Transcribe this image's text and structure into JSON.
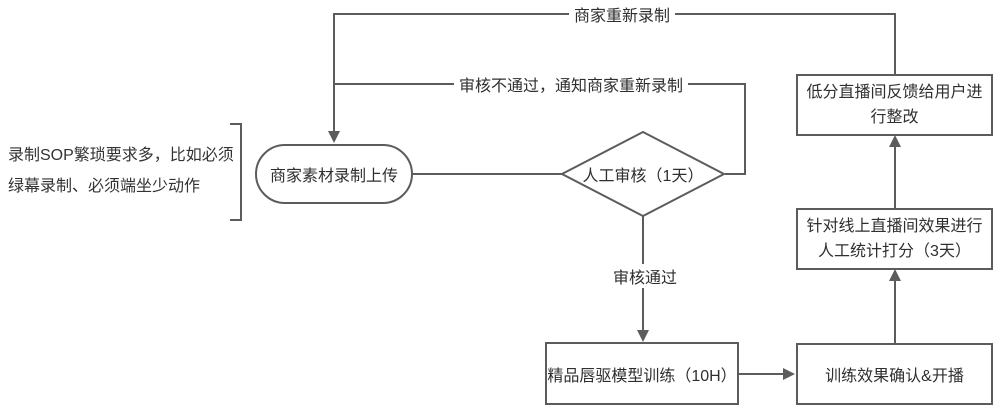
{
  "diagram": {
    "annotation": "录制SOP繁琐要求多，比如必须绿幕录制、必须端坐少动作",
    "nodes": {
      "upload": "商家素材录制上传",
      "review": "人工审核（1天）",
      "training": "精品唇驱模型训练（10H）",
      "confirm": "训练效果确认&开播",
      "scoring": "针对线上直播间效果进行人工统计打分（3天）",
      "feedback": "低分直播间反馈给用户进行整改"
    },
    "edge_labels": {
      "rerecord": "商家重新录制",
      "reject": "审核不通过，通知商家重新录制",
      "approve": "审核通过"
    },
    "colors": {
      "stroke": "#5c5c5c",
      "text": "#2f2f2f",
      "background": "#ffffff"
    }
  }
}
